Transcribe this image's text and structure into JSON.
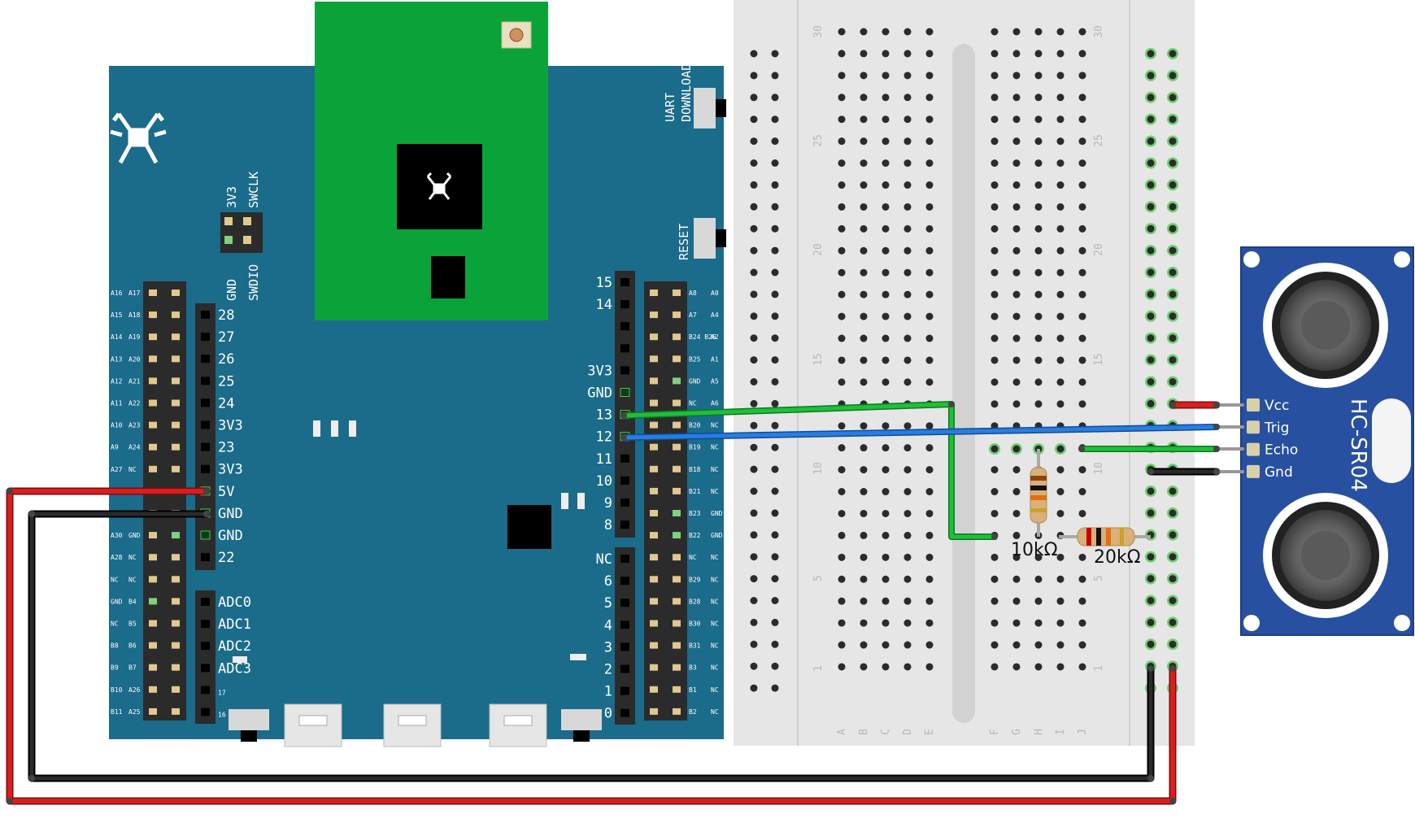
{
  "board": {
    "color": "#1b6b8a",
    "module_color": "#0aa33a",
    "header_left_outer": [
      [
        "A16",
        "A17"
      ],
      [
        "A15",
        "A18"
      ],
      [
        "A14",
        "A19"
      ],
      [
        "A13",
        "A20"
      ],
      [
        "A12",
        "A21"
      ],
      [
        "A11",
        "A22"
      ],
      [
        "A10",
        "A23"
      ],
      [
        "A9",
        "A24"
      ],
      [
        "A27",
        "NC"
      ],
      [
        "",
        ""
      ],
      [
        "",
        ""
      ],
      [
        "A30",
        "GND"
      ],
      [
        "A28",
        "NC"
      ],
      [
        "NC",
        "NC"
      ],
      [
        "GND",
        "B4"
      ],
      [
        "NC",
        "B5"
      ],
      [
        "B8",
        "B6"
      ],
      [
        "B9",
        "B7"
      ],
      [
        "B10",
        "A26"
      ],
      [
        "B11",
        "A25"
      ]
    ],
    "header_left_inner_top": [
      "28",
      "27",
      "26",
      "25",
      "24",
      "3V3",
      "23",
      "3V3",
      "5V",
      "GND",
      "GND",
      "22"
    ],
    "header_left_inner_bottom": [
      "ADC0",
      "ADC1",
      "ADC2",
      "ADC3",
      "17",
      "16"
    ],
    "header_right_inner_top": [
      "15",
      "14",
      "",
      "",
      "3V3",
      "GND",
      "13",
      "12",
      "11",
      "10",
      "9",
      "8"
    ],
    "header_right_inner_bottom": [
      "NC",
      "6",
      "5",
      "4",
      "3",
      "2",
      "1",
      "0"
    ],
    "header_right_outer": [
      [
        "A8",
        "A0"
      ],
      [
        "A7",
        "A4"
      ],
      [
        "B24 B26",
        "A2"
      ],
      [
        "B25",
        "A1"
      ],
      [
        "GND",
        "A5"
      ],
      [
        "NC",
        "A6"
      ],
      [
        "B20",
        "NC"
      ],
      [
        "B19",
        "NC"
      ],
      [
        "B18",
        "NC"
      ],
      [
        "B21",
        "NC"
      ],
      [
        "B23",
        "GND"
      ],
      [
        "B22",
        "GND"
      ],
      [
        "NC",
        "NC"
      ],
      [
        "B29",
        "NC"
      ],
      [
        "B28",
        "NC"
      ],
      [
        "B30",
        "NC"
      ],
      [
        "B31",
        "NC"
      ],
      [
        "B3",
        "NC"
      ],
      [
        "B1",
        "NC"
      ],
      [
        "B2",
        "NC"
      ]
    ],
    "swd_top_labels": [
      "3V3",
      "SWCLK"
    ],
    "swd_bottom_labels": [
      "GND",
      "SWDIO"
    ],
    "uart_labels": [
      "UART",
      "DOWNLOAD"
    ],
    "reset_label": "RESET"
  },
  "breadboard": {
    "row_numbers": [
      "30",
      "25",
      "20",
      "15",
      "10",
      "5",
      "1"
    ],
    "columns_left": [
      "A",
      "B",
      "C",
      "D",
      "E"
    ],
    "columns_right": [
      "F",
      "G",
      "H",
      "I",
      "J"
    ]
  },
  "resistors": [
    {
      "label": "10kΩ"
    },
    {
      "label": "20kΩ"
    }
  ],
  "sensor": {
    "title": "HC-SR04",
    "pins": [
      "Vcc",
      "Trig",
      "Echo",
      "Gnd"
    ],
    "color": "#2850a0"
  },
  "wire_colors": {
    "power": "#d81e1e",
    "ground": "#1a1a1a",
    "trig": "#2a7de0",
    "echo": "#1fbf3a"
  }
}
